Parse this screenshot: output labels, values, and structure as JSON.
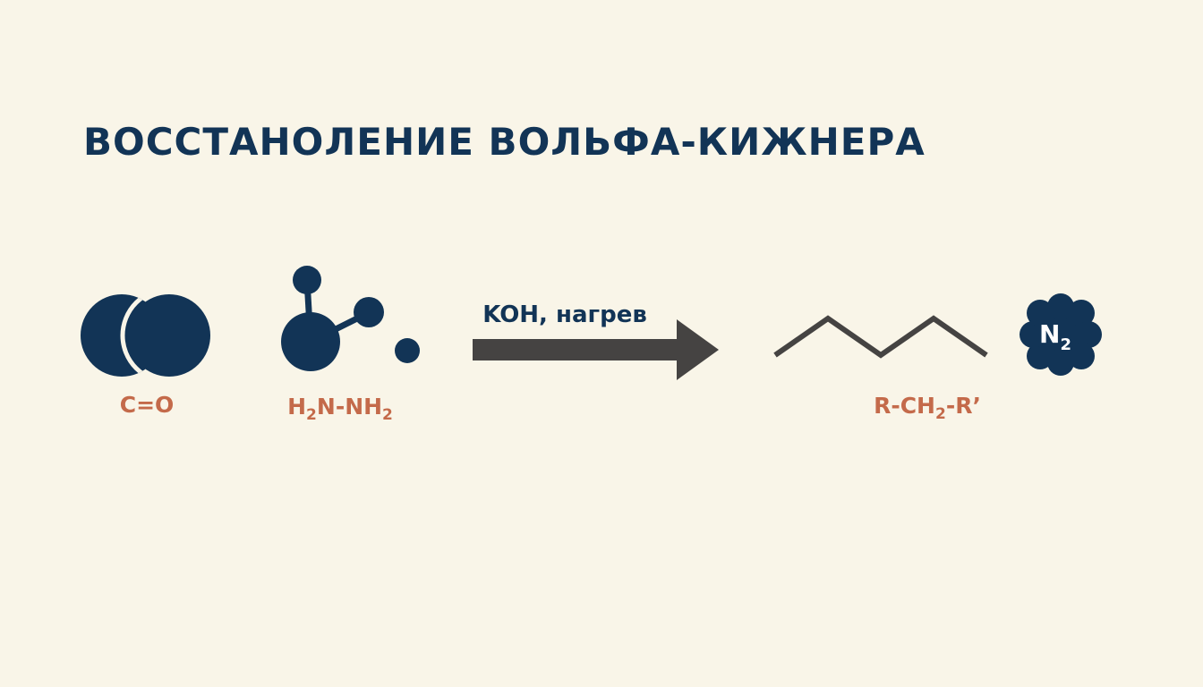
{
  "title": "ВОССТАНОЛЕНИЕ ВОЛЬФА-КИЖНЕРА",
  "reactant_1": {
    "formula": "C=O",
    "icon": "carbonyl-overlapping-circles-icon"
  },
  "reactant_2": {
    "formula_parts": [
      "H",
      "2",
      "N-NH",
      "2"
    ],
    "icon": "hydrazine-molecule-icon"
  },
  "conditions": "KOH, нагрев",
  "product": {
    "formula_parts": [
      "R-CH",
      "2",
      "-R’"
    ],
    "icon": "zigzag-alkane-chain-icon"
  },
  "byproduct": {
    "formula_parts": [
      "N",
      "2"
    ],
    "icon": "nitrogen-gas-blob-icon"
  },
  "colors": {
    "background": "#f9f5e8",
    "primary": "#123456",
    "accent": "#c46a4a",
    "arrow": "#454342"
  }
}
